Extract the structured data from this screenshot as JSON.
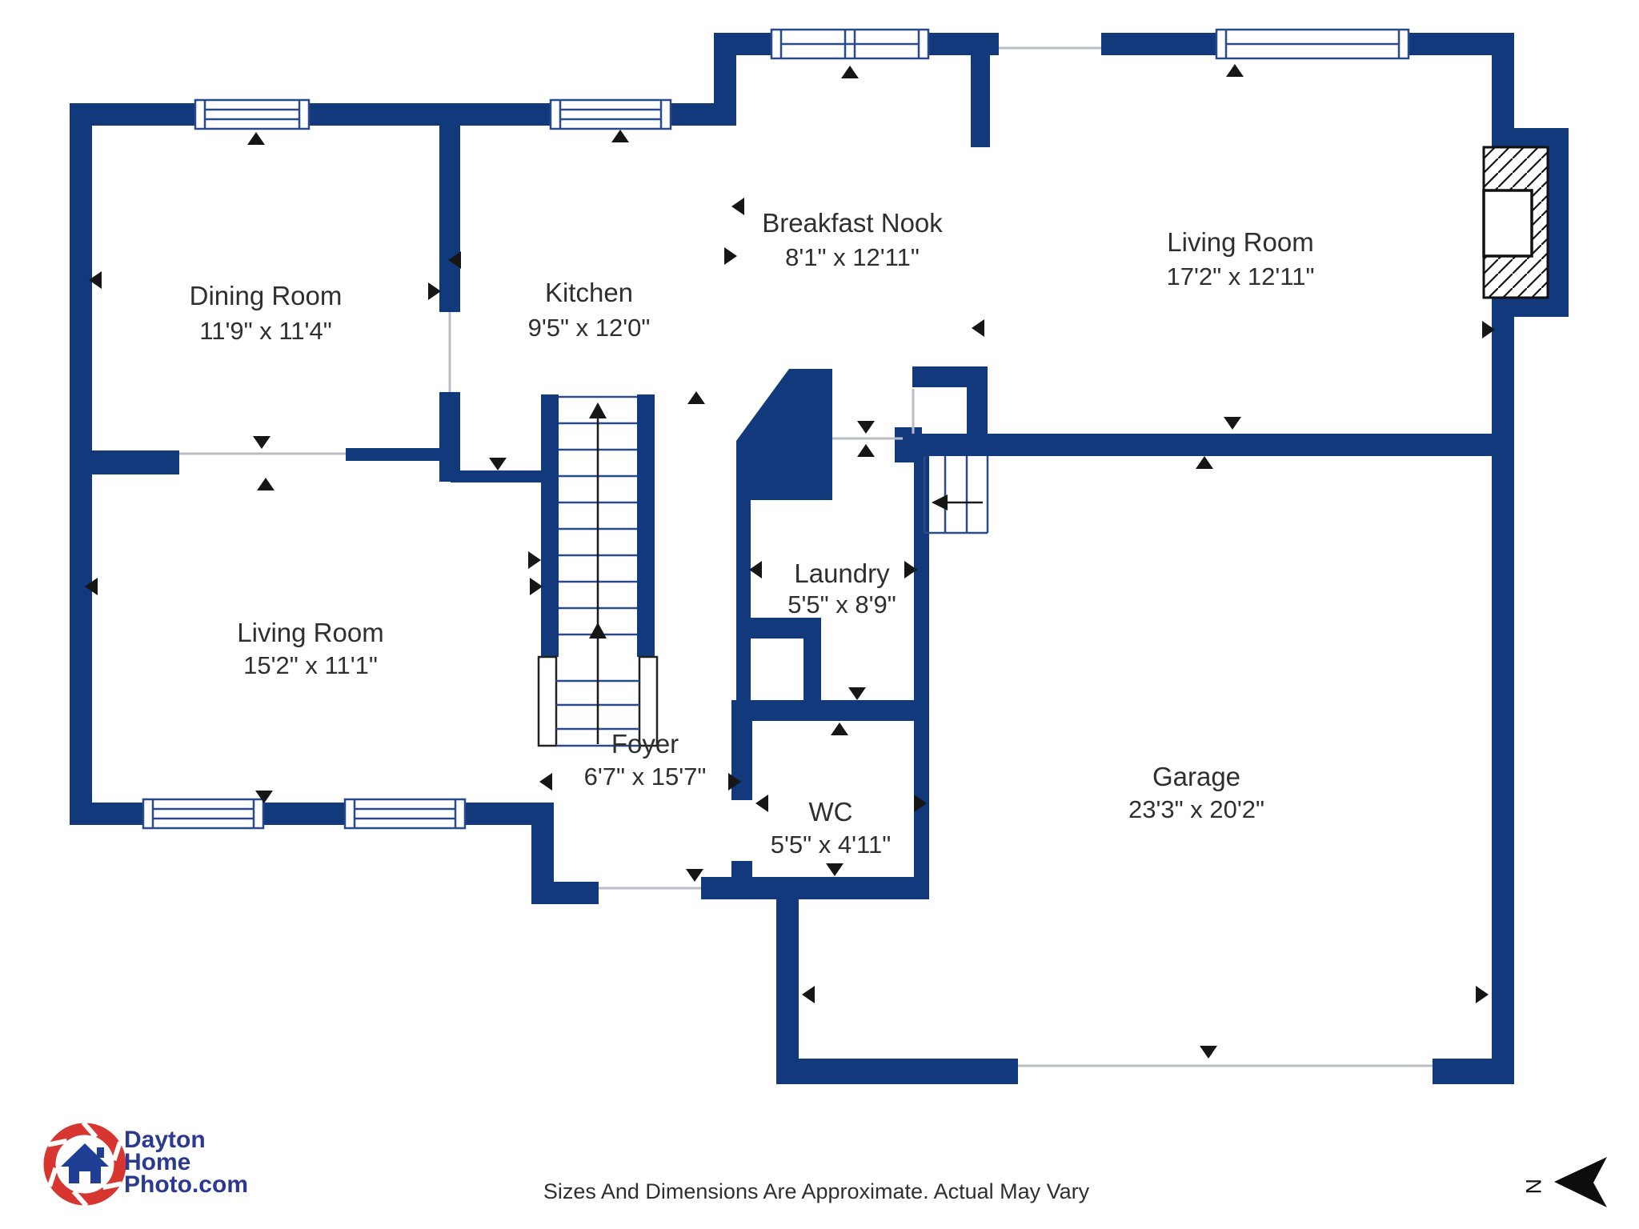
{
  "palette": {
    "wall_navy": "#12397b",
    "window_line": "#2b4a8b",
    "thin_line": "#b9bec6",
    "marker_black": "#161616",
    "label_text": "#2f2f2f",
    "logo_red": "#d6362f",
    "logo_blue": "#2b3990"
  },
  "rooms": {
    "dining": {
      "name": "Dining Room",
      "dims": "11'9\" x 11'4\""
    },
    "kitchen": {
      "name": "Kitchen",
      "dims": "9'5\" x 12'0\""
    },
    "nook": {
      "name": "Breakfast Nook",
      "dims": "8'1\" x 12'11\""
    },
    "living_upper": {
      "name": "Living Room",
      "dims": "17'2\" x 12'11\""
    },
    "living_lower": {
      "name": "Living Room",
      "dims": "15'2\" x 11'1\""
    },
    "laundry": {
      "name": "Laundry",
      "dims": "5'5\" x 8'9\""
    },
    "foyer": {
      "name": "Foyer",
      "dims": "6'7\" x 15'7\""
    },
    "wc": {
      "name": "WC",
      "dims": "5'5\" x 4'11\""
    },
    "garage": {
      "name": "Garage",
      "dims": "23'3\" x 20'2\""
    }
  },
  "footer": {
    "disclaimer": "Sizes And Dimensions Are Approximate. Actual May Vary"
  },
  "logo": {
    "line1": "Dayton",
    "line2": "Home",
    "line3": "Photo.com"
  },
  "compass": {
    "north_label": "N"
  }
}
